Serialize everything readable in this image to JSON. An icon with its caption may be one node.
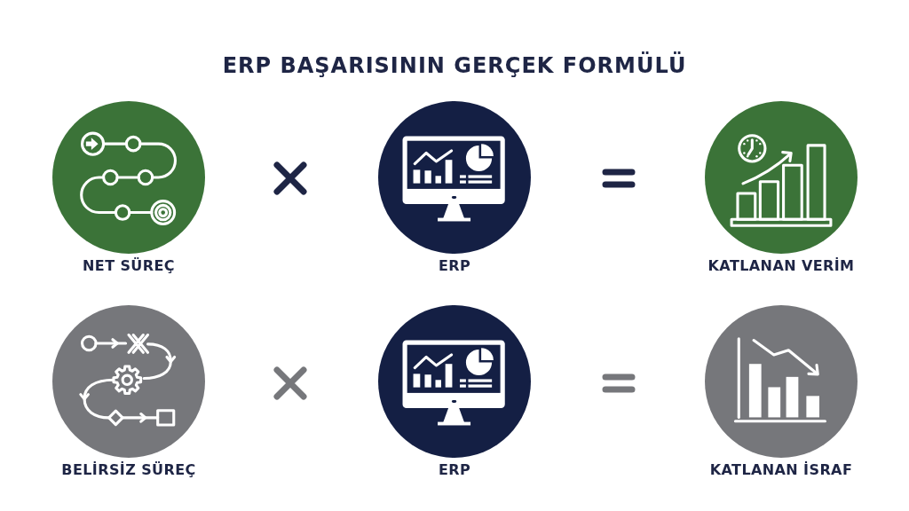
{
  "diagram": {
    "title": "ERP BAŞARISININ GERÇEK FORMÜLÜ",
    "nodes": [
      {
        "text": [
          "NET SÜREÇ"
        ]
      },
      {
        "text": [
          "ERP"
        ]
      },
      {
        "text": [
          "KATLANAN VERİM"
        ]
      },
      {
        "text": [
          "BELİRSİZ SÜREÇ"
        ]
      },
      {
        "text": [
          "ERP"
        ]
      },
      {
        "text": [
          "KATLANAN İSRAF"
        ]
      }
    ]
  }
}
